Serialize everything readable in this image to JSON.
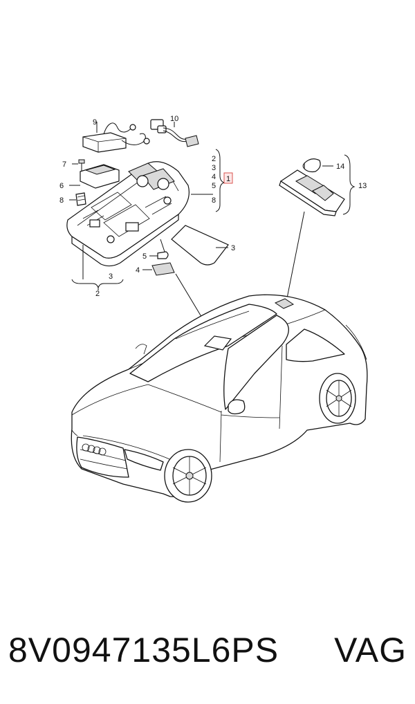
{
  "footer": {
    "part_number": "8V0947135L6PS",
    "brand": "VAG"
  },
  "callouts": {
    "c1": "1",
    "c2a": "2",
    "c3a": "3",
    "c4a": "4",
    "c5a": "5",
    "c8a": "8",
    "c3b": "3",
    "c4b": "4",
    "c5b": "5",
    "c6": "6",
    "c7": "7",
    "c8b": "8",
    "c9": "9",
    "c10": "10",
    "c13": "13",
    "c14": "14",
    "c2b": "2",
    "c3c": "3"
  },
  "icons": {
    "front_console": "dome-light-console-icon",
    "rear_light": "reading-light-icon",
    "vehicle": "hatchback-car-icon"
  }
}
